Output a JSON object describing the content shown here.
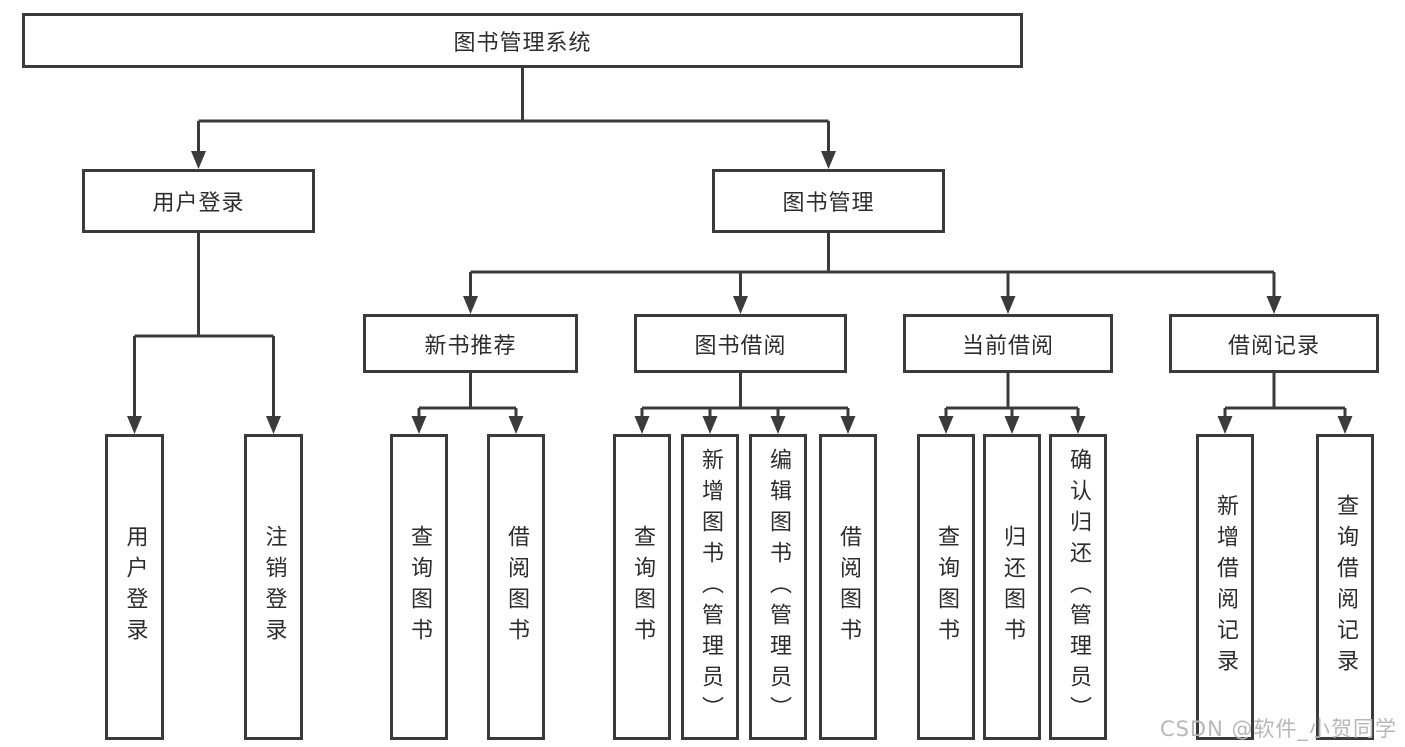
{
  "colors": {
    "line": "#3b3b3b",
    "box_border": "#3b3b3b",
    "text": "#2d2d2d",
    "background": "#ffffff",
    "watermark": "#b7b7b7"
  },
  "tree": {
    "root": {
      "label": "图书管理系统"
    },
    "branches": [
      {
        "label": "用户登录",
        "children": [
          {
            "label": "用户登录"
          },
          {
            "label": "注销登录"
          }
        ]
      },
      {
        "label": "图书管理",
        "children": [
          {
            "label": "新书推荐",
            "children": [
              {
                "label": "查询图书"
              },
              {
                "label": "借阅图书"
              }
            ]
          },
          {
            "label": "图书借阅",
            "children": [
              {
                "label": "查询图书"
              },
              {
                "label": "新增图书（管理员）"
              },
              {
                "label": "编辑图书（管理员）"
              },
              {
                "label": "借阅图书"
              }
            ]
          },
          {
            "label": "当前借阅",
            "children": [
              {
                "label": "查询图书"
              },
              {
                "label": "归还图书"
              },
              {
                "label": "确认归还（管理员）"
              }
            ]
          },
          {
            "label": "借阅记录",
            "children": [
              {
                "label": "新增借阅记录"
              },
              {
                "label": "查询借阅记录"
              }
            ]
          }
        ]
      }
    ]
  },
  "watermark": {
    "text": "CSDN @软件_小贺同学"
  }
}
